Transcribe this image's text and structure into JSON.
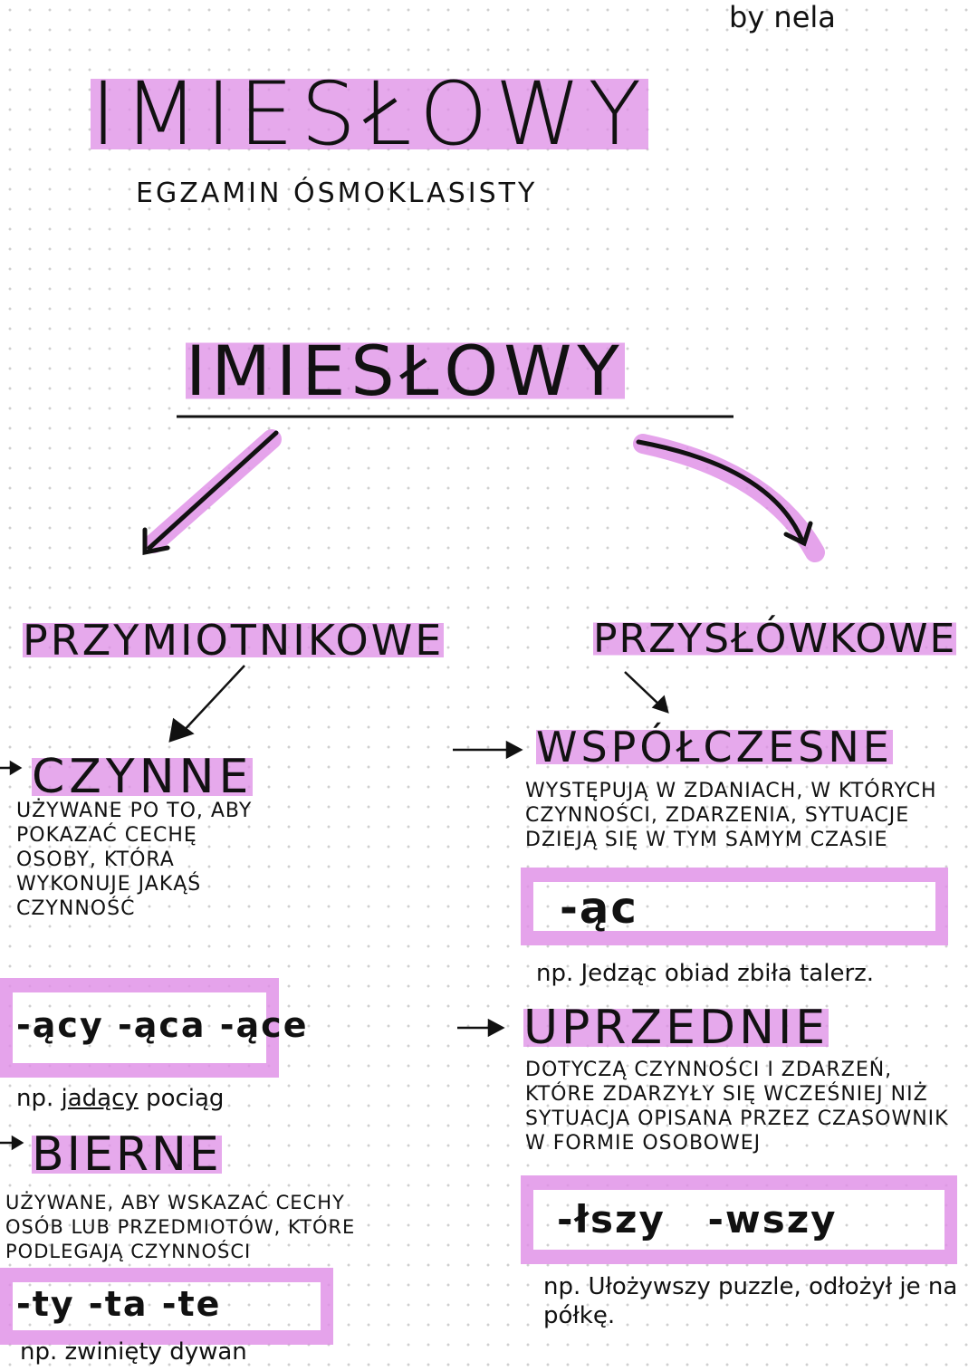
{
  "author": "by nela",
  "title": "IMIESŁOWY",
  "subtitle": "EGZAMIN ÓSMOKLASISTY",
  "diagram": {
    "root": "IMIESŁOWY",
    "left": {
      "heading": "PRZYMIOTNIKOWE",
      "czynne": {
        "heading": "CZYNNE",
        "description": "UŻYWANE PO TO, ABY POKAZAĆ CECHĘ OSOBY, KTÓRA WYKONUJE JAKĄŚ CZYNNOŚĆ",
        "suffixes": "-ący -ąca -ące",
        "example_prefix": "np.",
        "example_word": "jadący",
        "example_rest": "pociąg"
      },
      "bierne": {
        "heading": "BIERNE",
        "description": "UŻYWANE, ABY WSKAZAĆ CECHY OSÓB LUB PRZEDMIOTÓW, KTÓRE PODLEGAJĄ CZYNNOŚCI",
        "suffixes": "-ty -ta -te",
        "example": "np. zwinięty dywan"
      }
    },
    "right": {
      "heading": "PRZYSŁÓWKOWE",
      "wspolczesne": {
        "heading": "WSPÓŁCZESNE",
        "description": "WYSTĘPUJĄ W ZDANIACH, W KTÓRYCH CZYNNOŚCI, ZDARZENIA, SYTUACJE DZIEJĄ SIĘ W TYM SAMYM CZASIE",
        "suffixes": "-ąc",
        "example": "np. Jedząc obiad zbiła talerz."
      },
      "uprzednie": {
        "heading": "UPRZEDNIE",
        "description": "DOTYCZĄ CZYNNOŚCI I ZDARZEŃ, KTÓRE ZDARZYŁY SIĘ WCZEŚNIEJ NIŻ SYTUACJA OPISANA PRZEZ CZASOWNIK W FORMIE OSOBOWEJ",
        "suffixes": "-łszy -wszy",
        "example": "np. Ułożywszy puzzle, odłożył je na półkę."
      }
    }
  },
  "colors": {
    "highlight": "#de8ce6",
    "ink": "#111111"
  }
}
